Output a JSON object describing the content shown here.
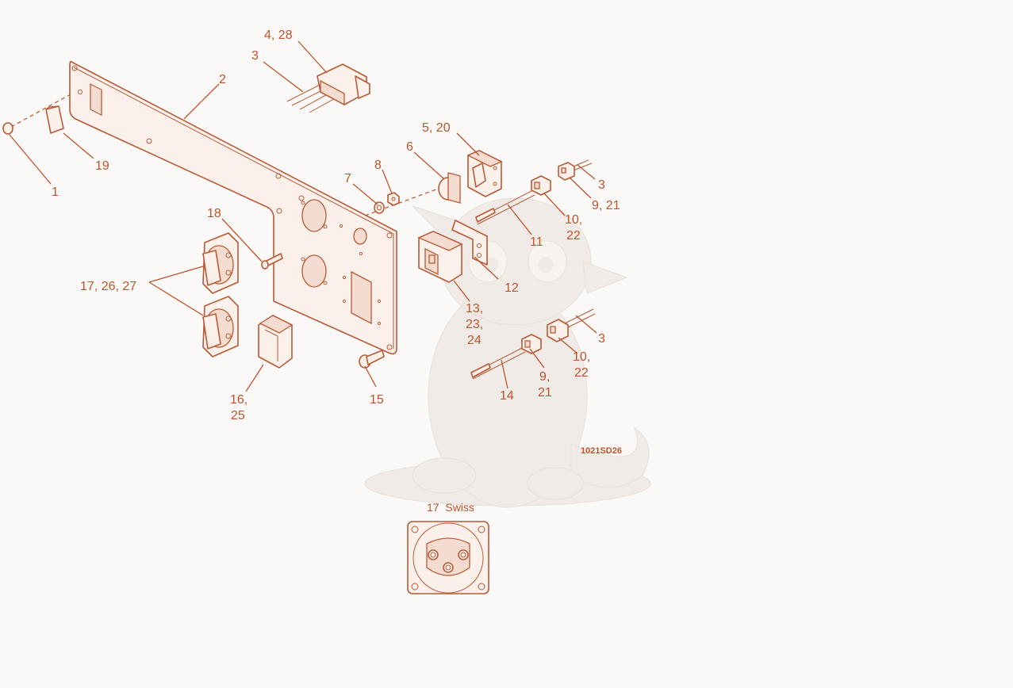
{
  "diagram": {
    "figure_code": "1021SD26",
    "inset_title": "17  Swiss",
    "callouts": [
      {
        "id": "c-4-28",
        "text": "4, 28"
      },
      {
        "id": "c-3a",
        "text": "3"
      },
      {
        "id": "c-2",
        "text": "2"
      },
      {
        "id": "c-19",
        "text": "19"
      },
      {
        "id": "c-1",
        "text": "1"
      },
      {
        "id": "c-5-20",
        "text": "5, 20"
      },
      {
        "id": "c-6",
        "text": "6"
      },
      {
        "id": "c-8",
        "text": "8"
      },
      {
        "id": "c-7",
        "text": "7"
      },
      {
        "id": "c-3b",
        "text": "3"
      },
      {
        "id": "c-9-21a",
        "text": "9, 21"
      },
      {
        "id": "c-10-22a-l1",
        "text": "10,"
      },
      {
        "id": "c-10-22a-l2",
        "text": "22"
      },
      {
        "id": "c-11",
        "text": "11"
      },
      {
        "id": "c-18",
        "text": "18"
      },
      {
        "id": "c-12",
        "text": "12"
      },
      {
        "id": "c-17-26-27",
        "text": "17, 26, 27"
      },
      {
        "id": "c-13-l1",
        "text": "13,"
      },
      {
        "id": "c-13-l2",
        "text": "23,"
      },
      {
        "id": "c-13-l3",
        "text": "24"
      },
      {
        "id": "c-3c",
        "text": "3"
      },
      {
        "id": "c-10-22b-l1",
        "text": "10,"
      },
      {
        "id": "c-10-22b-l2",
        "text": "22"
      },
      {
        "id": "c-9-21b-l1",
        "text": "9,"
      },
      {
        "id": "c-9-21b-l2",
        "text": "21"
      },
      {
        "id": "c-14",
        "text": "14"
      },
      {
        "id": "c-16-l1",
        "text": "16,"
      },
      {
        "id": "c-16-l2",
        "text": "25"
      },
      {
        "id": "c-15",
        "text": "15"
      }
    ]
  },
  "colors": {
    "line": "#c0532c",
    "background": "#faf9f8",
    "watermark": "#ede6df"
  }
}
